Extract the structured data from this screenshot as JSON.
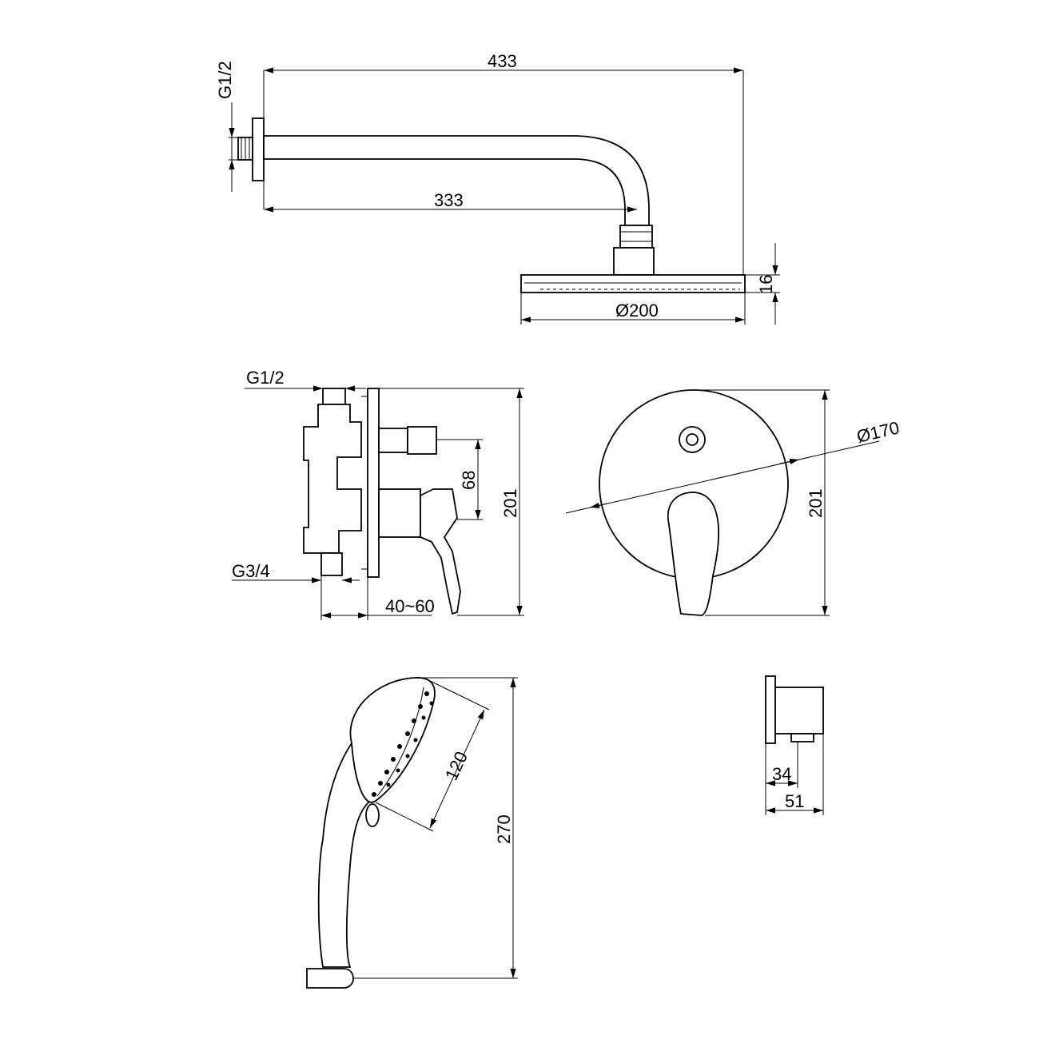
{
  "drawing": {
    "overhead_shower": {
      "thread": "G1/2",
      "arm_reach": "433",
      "arm_length": "333",
      "head_thickness": "16",
      "head_diameter": "Ø200"
    },
    "mixer_side": {
      "inlet_thread": "G1/2",
      "outlet_thread": "G3/4",
      "outlet_offset": "68",
      "height": "201",
      "depth_range": "40~60"
    },
    "mixer_front": {
      "plate_diameter": "Ø170",
      "height": "201"
    },
    "hand_shower": {
      "face_diameter": "120",
      "length": "270"
    },
    "wall_outlet": {
      "depth_inner": "34",
      "depth_outer": "51"
    }
  }
}
